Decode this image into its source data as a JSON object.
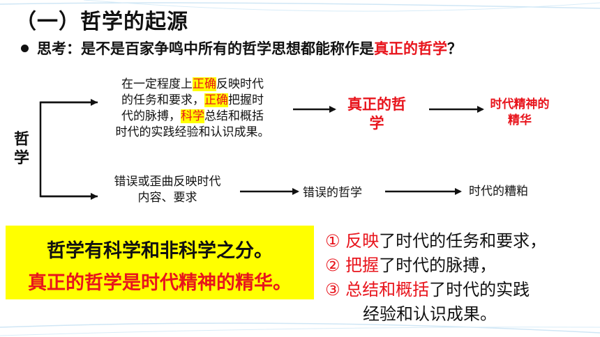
{
  "title": "（一）哲学的起源",
  "question": {
    "prefix": "思考：是不是百家争鸣中所有的哲学思想都能称作是",
    "emphasis": "真正的哲学",
    "suffix": "？"
  },
  "root_label": "哲学",
  "branch_true": {
    "line1_pre": "在一定程度上",
    "line1_hl": "正确",
    "line1_post": "反映时代",
    "line2_pre": "的任务和要求，",
    "line2_hl": "正确",
    "line2_post": "把握时",
    "line3_pre": "代的脉搏，",
    "line3_hl": "科学",
    "line3_post": "总结和概括",
    "line4": "时代的实践经验和认识成果。",
    "result": "真正的哲学",
    "outcome": "时代精神的精华"
  },
  "branch_false": {
    "line1": "错误或歪曲反映时代",
    "line2": "内容、要求",
    "result": "错误的哲学",
    "outcome": "时代的糟粕"
  },
  "conclusion": {
    "line1": "哲学有科学和非科学之分。",
    "line2": "真正的哲学是时代精神的精华。"
  },
  "points": [
    {
      "num": "①",
      "kw": "反映",
      "rest": "了时代的任务和要求，"
    },
    {
      "num": "②",
      "kw": "把握",
      "rest": "了时代的脉搏，"
    },
    {
      "num": "③",
      "kw": "总结和概括",
      "rest": "了时代的实践"
    }
  ],
  "points_cont": "经验和认识成果。",
  "colors": {
    "accent": "#e8141c",
    "highlight": "#ffff00"
  }
}
